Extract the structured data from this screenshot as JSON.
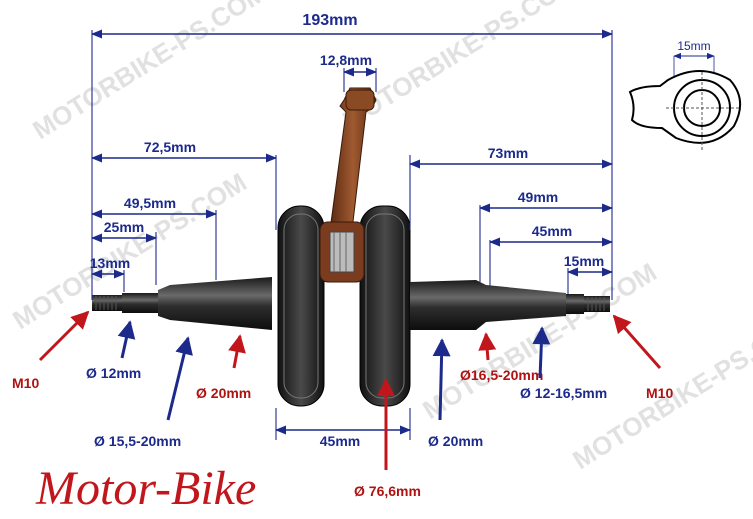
{
  "diagram": {
    "colors": {
      "dimension": "#1c2a8c",
      "callout": "#c2161d",
      "metal": "#2a2a2a",
      "rod": "#7a3b1e",
      "watermark": "#c9c9c9"
    },
    "watermark_text": "MOTORBIKE-PS.COM",
    "dimensions": {
      "overall": "193mm",
      "rod_width": "12,8mm",
      "left_to_web": "72,5mm",
      "right_to_web": "73mm",
      "left_taper": "49,5mm",
      "left_step": "25mm",
      "left_end": "13mm",
      "right_taper": "49mm",
      "right_step": "45mm",
      "right_end": "15mm",
      "web_gap": "45mm"
    },
    "callouts": {
      "left_thread": "M10",
      "right_thread": "M10",
      "left_end_dia": "Ø 12mm",
      "left_taper_dia": "Ø 15,5-20mm",
      "left_shaft_dia": "Ø 20mm",
      "right_shaft_dia": "Ø 20mm",
      "right_step_dia": "Ø16,5-20mm",
      "right_taper_dia": "Ø 12-16,5mm",
      "flywheel_dia": "Ø 76,6mm"
    },
    "inset": {
      "label": "15mm"
    },
    "brand": "Motor-Bike"
  }
}
